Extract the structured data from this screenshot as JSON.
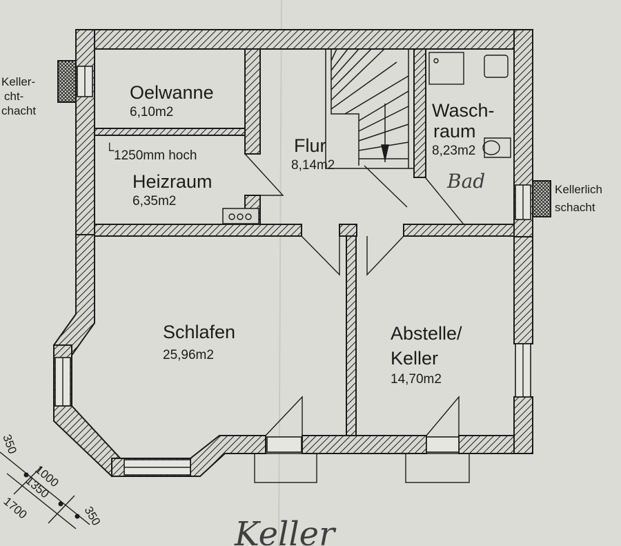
{
  "rooms": {
    "oelwanne": {
      "name": "Oelwanne",
      "area": "6,10m2"
    },
    "heizraum": {
      "name": "Heizraum",
      "area": "6,35m2",
      "note": "1250mm hoch"
    },
    "flur": {
      "name": "Flur",
      "area": "8,14m2"
    },
    "waschraum": {
      "name1": "Wasch-",
      "name2": "raum",
      "area": "8,23m2",
      "handwritten": "Bad"
    },
    "schlafen": {
      "name": "Schlafen",
      "area": "25,96m2"
    },
    "abstelle": {
      "name1": "Abstelle/",
      "name2": "Keller",
      "area": "14,70m2"
    }
  },
  "shafts": {
    "left": {
      "line1": "Keller-",
      "line2": "cht-",
      "line3": "chacht"
    },
    "right": {
      "line1": "Kellerlich",
      "line2": "schacht"
    }
  },
  "dimensions": [
    "350",
    "1000",
    "1350",
    "1700",
    "350"
  ],
  "floor_label": "Keller"
}
